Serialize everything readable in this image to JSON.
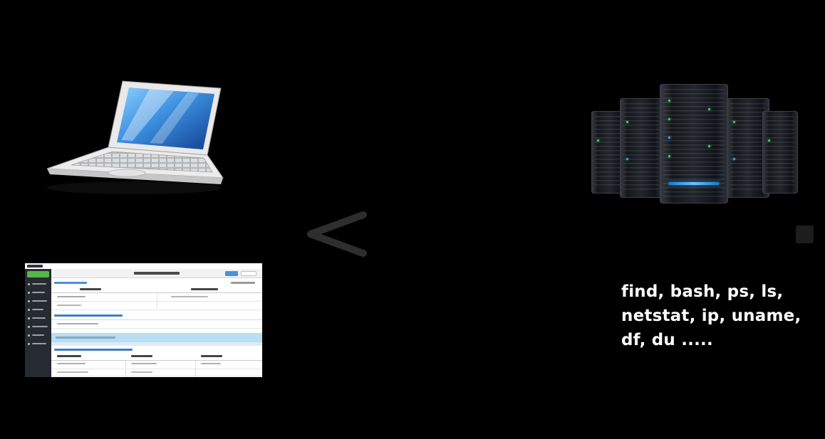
{
  "commands": {
    "line1": "find, bash, ps, ls,",
    "line2": "netstat, ip, uname,",
    "line3": "df, du ....."
  },
  "colors": {
    "background": "#000000",
    "commands_text": "#ffffff",
    "laptop_screen_top": "#8fd0ff",
    "laptop_screen_bottom": "#123f8f",
    "server_body": "#1a1d22",
    "led_green": "#3fd45a",
    "led_blue": "#36a6f0",
    "mini_sidebar": "#262a31",
    "mini_green_button": "#54b948",
    "mini_blue_button": "#4a90d9",
    "mini_highlight_row": "#b9ddf1"
  }
}
